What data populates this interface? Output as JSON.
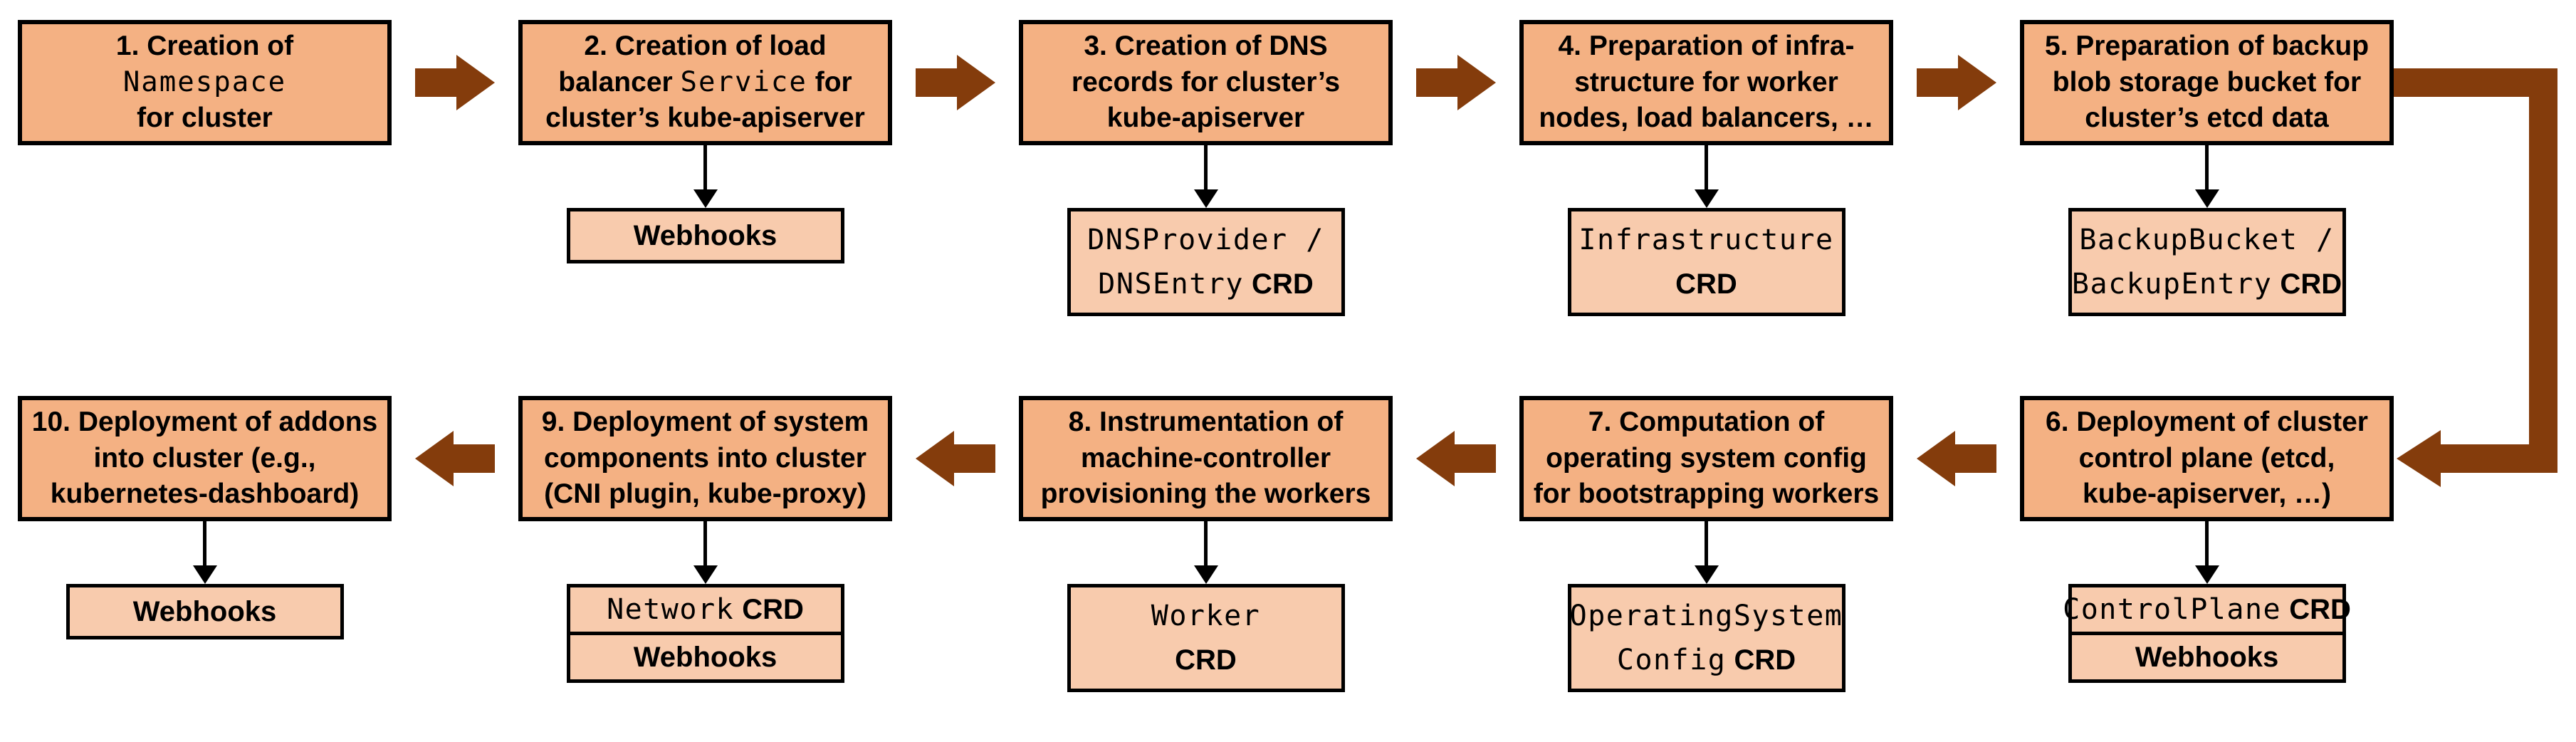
{
  "colors": {
    "main_box_fill": "#F4B183",
    "child_box_fill": "#F8CBAD",
    "arrow_brown": "#843C0C",
    "border_black": "#000000",
    "background": "#FFFFFF"
  },
  "steps": [
    {
      "id": 1,
      "lines": [
        [
          {
            "t": "1. Creation of",
            "f": "sans"
          }
        ],
        [
          {
            "t": "Namespace",
            "f": "mono"
          }
        ],
        [
          {
            "t": "for cluster",
            "f": "sans"
          }
        ]
      ],
      "children": []
    },
    {
      "id": 2,
      "lines": [
        [
          {
            "t": "2. Creation of load",
            "f": "sans"
          }
        ],
        [
          {
            "t": "balancer ",
            "f": "sans"
          },
          {
            "t": "Service",
            "f": "mono"
          },
          {
            "t": " for",
            "f": "sans"
          }
        ],
        [
          {
            "t": "cluster’s kube-apiserver",
            "f": "sans"
          }
        ]
      ],
      "children": [
        {
          "name": "webhooks",
          "size": "short",
          "lines": [
            [
              {
                "t": "Webhooks",
                "f": "sans"
              }
            ]
          ]
        }
      ]
    },
    {
      "id": 3,
      "lines": [
        [
          {
            "t": "3. Creation of DNS",
            "f": "sans"
          }
        ],
        [
          {
            "t": "records for cluster’s",
            "f": "sans"
          }
        ],
        [
          {
            "t": "kube-apiserver",
            "f": "sans"
          }
        ]
      ],
      "children": [
        {
          "name": "dnsprovider-dnsentry-crd",
          "size": "tall",
          "lines": [
            [
              {
                "t": "DNSProvider /",
                "f": "mono"
              }
            ],
            [
              {
                "t": "DNSEntry",
                "f": "mono"
              },
              {
                "t": " CRD",
                "f": "sans"
              }
            ]
          ]
        }
      ]
    },
    {
      "id": 4,
      "lines": [
        [
          {
            "t": "4. Preparation of infra-",
            "f": "sans"
          }
        ],
        [
          {
            "t": "structure for worker",
            "f": "sans"
          }
        ],
        [
          {
            "t": "nodes, load balancers, …",
            "f": "sans"
          }
        ]
      ],
      "children": [
        {
          "name": "infrastructure-crd",
          "size": "tall",
          "lines": [
            [
              {
                "t": "Infrastructure",
                "f": "mono"
              }
            ],
            [
              {
                "t": "CRD",
                "f": "sans"
              }
            ]
          ]
        }
      ]
    },
    {
      "id": 5,
      "lines": [
        [
          {
            "t": "5. Preparation of backup",
            "f": "sans"
          }
        ],
        [
          {
            "t": "blob storage bucket for",
            "f": "sans"
          }
        ],
        [
          {
            "t": "cluster’s etcd data",
            "f": "sans"
          }
        ]
      ],
      "children": [
        {
          "name": "backupbucket-backupentry-crd",
          "size": "tall",
          "lines": [
            [
              {
                "t": "BackupBucket /",
                "f": "mono"
              }
            ],
            [
              {
                "t": "BackupEntry",
                "f": "mono"
              },
              {
                "t": " CRD",
                "f": "sans"
              }
            ]
          ]
        }
      ]
    },
    {
      "id": 6,
      "lines": [
        [
          {
            "t": "6. Deployment of cluster",
            "f": "sans"
          }
        ],
        [
          {
            "t": "control plane (etcd,",
            "f": "sans"
          }
        ],
        [
          {
            "t": "kube-apiserver, …)",
            "f": "sans"
          }
        ]
      ],
      "children": [
        {
          "name": "controlplane-crd",
          "size": "row",
          "lines": [
            [
              {
                "t": "ControlPlane",
                "f": "mono"
              },
              {
                "t": " CRD",
                "f": "sans"
              }
            ]
          ]
        },
        {
          "name": "webhooks",
          "size": "row",
          "lines": [
            [
              {
                "t": "Webhooks",
                "f": "sans"
              }
            ]
          ]
        }
      ]
    },
    {
      "id": 7,
      "lines": [
        [
          {
            "t": "7. Computation of",
            "f": "sans"
          }
        ],
        [
          {
            "t": "operating system config",
            "f": "sans"
          }
        ],
        [
          {
            "t": "for bootstrapping workers",
            "f": "sans"
          }
        ]
      ],
      "children": [
        {
          "name": "operatingsystemconfig-crd",
          "size": "tall",
          "lines": [
            [
              {
                "t": "OperatingSystem",
                "f": "mono"
              }
            ],
            [
              {
                "t": "Config",
                "f": "mono"
              },
              {
                "t": " CRD",
                "f": "sans"
              }
            ]
          ]
        }
      ]
    },
    {
      "id": 8,
      "lines": [
        [
          {
            "t": "8. Instrumentation of",
            "f": "sans"
          }
        ],
        [
          {
            "t": "machine-controller",
            "f": "sans"
          }
        ],
        [
          {
            "t": "provisioning the workers",
            "f": "sans"
          }
        ]
      ],
      "children": [
        {
          "name": "worker-crd",
          "size": "tall",
          "lines": [
            [
              {
                "t": "Worker",
                "f": "mono"
              }
            ],
            [
              {
                "t": "CRD",
                "f": "sans"
              }
            ]
          ]
        }
      ]
    },
    {
      "id": 9,
      "lines": [
        [
          {
            "t": "9. Deployment of system",
            "f": "sans"
          }
        ],
        [
          {
            "t": "components into cluster",
            "f": "sans"
          }
        ],
        [
          {
            "t": "(CNI plugin, kube-proxy)",
            "f": "sans"
          }
        ]
      ],
      "children": [
        {
          "name": "network-crd",
          "size": "row",
          "lines": [
            [
              {
                "t": "Network",
                "f": "mono"
              },
              {
                "t": " CRD",
                "f": "sans"
              }
            ]
          ]
        },
        {
          "name": "webhooks",
          "size": "row",
          "lines": [
            [
              {
                "t": "Webhooks",
                "f": "sans"
              }
            ]
          ]
        }
      ]
    },
    {
      "id": 10,
      "lines": [
        [
          {
            "t": "10. Deployment of addons",
            "f": "sans"
          }
        ],
        [
          {
            "t": "into cluster (e.g.,",
            "f": "sans"
          }
        ],
        [
          {
            "t": "kubernetes-dashboard)",
            "f": "sans"
          }
        ]
      ],
      "children": [
        {
          "name": "webhooks",
          "size": "short",
          "lines": [
            [
              {
                "t": "Webhooks",
                "f": "sans"
              }
            ]
          ]
        }
      ]
    }
  ],
  "rows": [
    {
      "direction": "right",
      "step_indexes": [
        0,
        1,
        2,
        3,
        4
      ]
    },
    {
      "direction": "left",
      "step_indexes": [
        9,
        8,
        7,
        6,
        5
      ]
    }
  ]
}
